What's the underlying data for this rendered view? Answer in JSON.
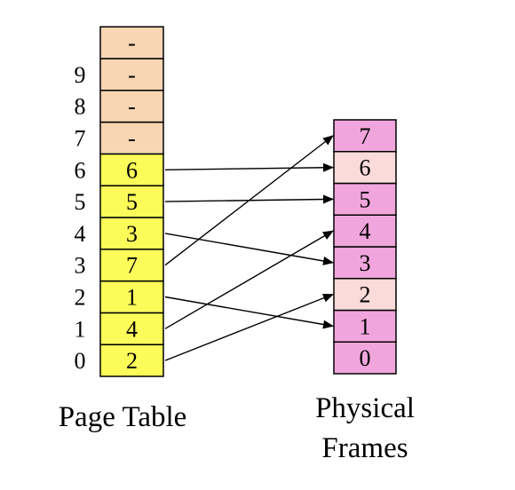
{
  "colors": {
    "empty_entry": "#f8d6b4",
    "valid_entry": "#fbfb5a",
    "frame_used": "#f0a6dc",
    "frame_free": "#fbdada",
    "stroke": "#000000"
  },
  "page_table": {
    "caption": "Page Table",
    "entries": [
      {
        "index": "0",
        "value": "2",
        "state": "valid"
      },
      {
        "index": "1",
        "value": "4",
        "state": "valid"
      },
      {
        "index": "2",
        "value": "1",
        "state": "valid"
      },
      {
        "index": "3",
        "value": "7",
        "state": "valid"
      },
      {
        "index": "4",
        "value": "3",
        "state": "valid"
      },
      {
        "index": "5",
        "value": "5",
        "state": "valid"
      },
      {
        "index": "6",
        "value": "6",
        "state": "valid"
      },
      {
        "index": "7",
        "value": "-",
        "state": "empty"
      },
      {
        "index": "8",
        "value": "-",
        "state": "empty"
      },
      {
        "index": "9",
        "value": "-",
        "state": "empty"
      },
      {
        "index": "",
        "value": "-",
        "state": "empty"
      }
    ]
  },
  "physical_frames": {
    "caption_line1": "Physical",
    "caption_line2": "Frames",
    "frames": [
      {
        "label": "0",
        "state": "used"
      },
      {
        "label": "1",
        "state": "used"
      },
      {
        "label": "2",
        "state": "free"
      },
      {
        "label": "3",
        "state": "used"
      },
      {
        "label": "4",
        "state": "used"
      },
      {
        "label": "5",
        "state": "used"
      },
      {
        "label": "6",
        "state": "free"
      },
      {
        "label": "7",
        "state": "used"
      }
    ]
  },
  "mappings": [
    {
      "page": 0,
      "frame": 2
    },
    {
      "page": 1,
      "frame": 4
    },
    {
      "page": 2,
      "frame": 1
    },
    {
      "page": 3,
      "frame": 7
    },
    {
      "page": 4,
      "frame": 3
    },
    {
      "page": 5,
      "frame": 5
    },
    {
      "page": 6,
      "frame": 6
    }
  ]
}
